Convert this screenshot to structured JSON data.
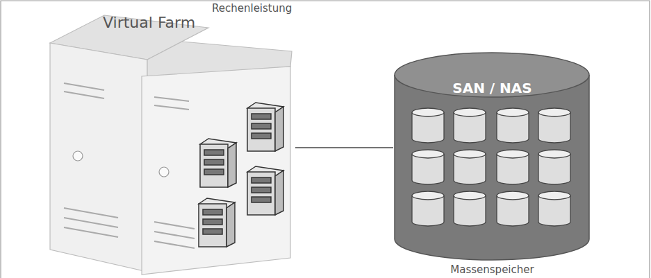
{
  "diagram": {
    "nodes": [
      {
        "text": [
          "Rechenleistung",
          "Virtual Farm"
        ]
      },
      {
        "text": [
          "SAN / NAS",
          "Massenspeicher"
        ]
      }
    ],
    "edges": [
      {
        "from": 0,
        "to": 1,
        "arrow": "none"
      }
    ]
  }
}
